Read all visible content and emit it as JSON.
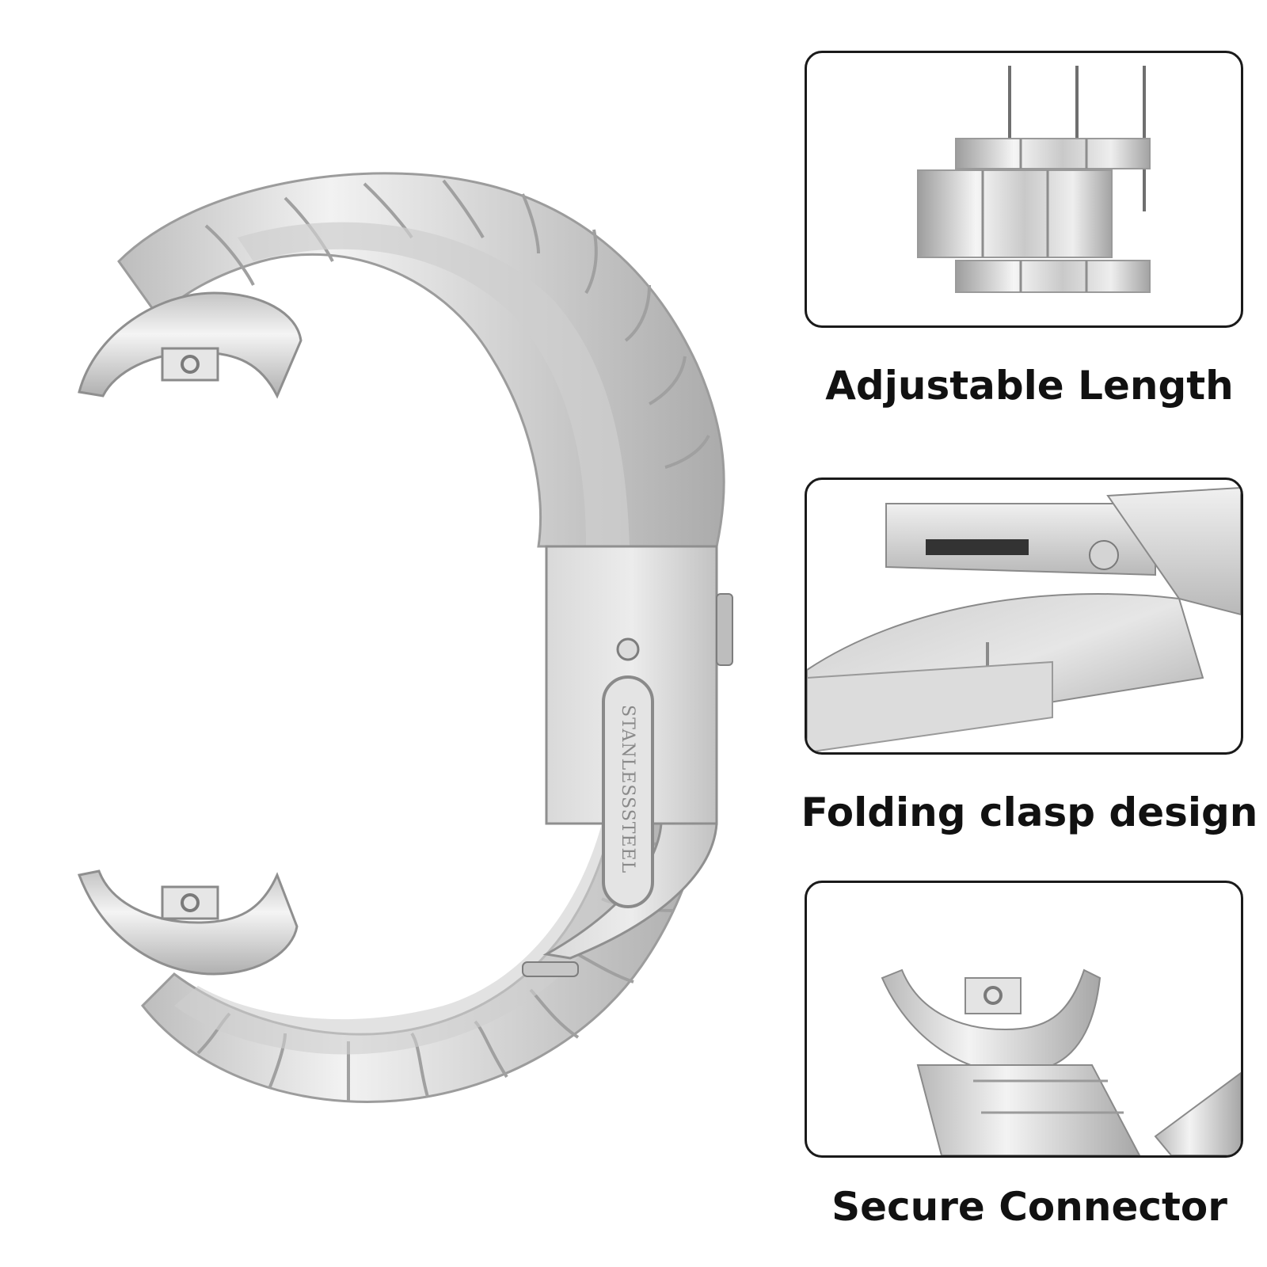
{
  "product": {
    "engraving": "STANLESSSTEEL"
  },
  "features": [
    {
      "caption": "Adjustable Length"
    },
    {
      "caption": "Folding clasp design"
    },
    {
      "caption": "Secure Connector"
    }
  ],
  "colors": {
    "background": "#ffffff",
    "metal_light": "#eeeeee",
    "metal_mid": "#cfcfcf",
    "metal_dark": "#a9a9a9",
    "panel_border": "#1a1a1a",
    "caption_text": "#111111"
  },
  "icons": [
    "pin-icon",
    "clasp-button-icon",
    "connector-lug-icon"
  ]
}
